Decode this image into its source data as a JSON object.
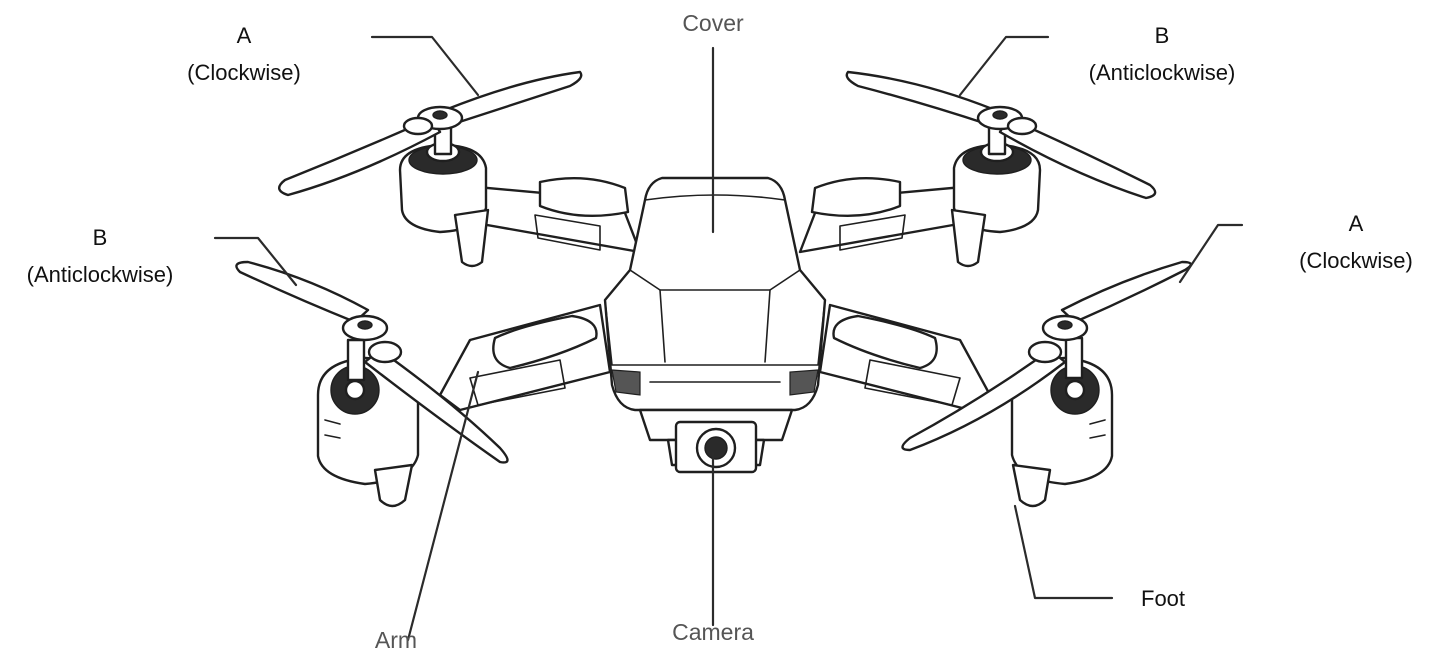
{
  "labels": {
    "top_left_letter": "A",
    "top_left_dir": "(Clockwise)",
    "top_right_letter": "B",
    "top_right_dir": "(Anticlockwise)",
    "mid_left_letter": "B",
    "mid_left_dir": "(Anticlockwise)",
    "mid_right_letter": "A",
    "mid_right_dir": "(Clockwise)",
    "cover": "Cover",
    "arm": "Arm",
    "camera": "Camera",
    "foot": "Foot"
  }
}
